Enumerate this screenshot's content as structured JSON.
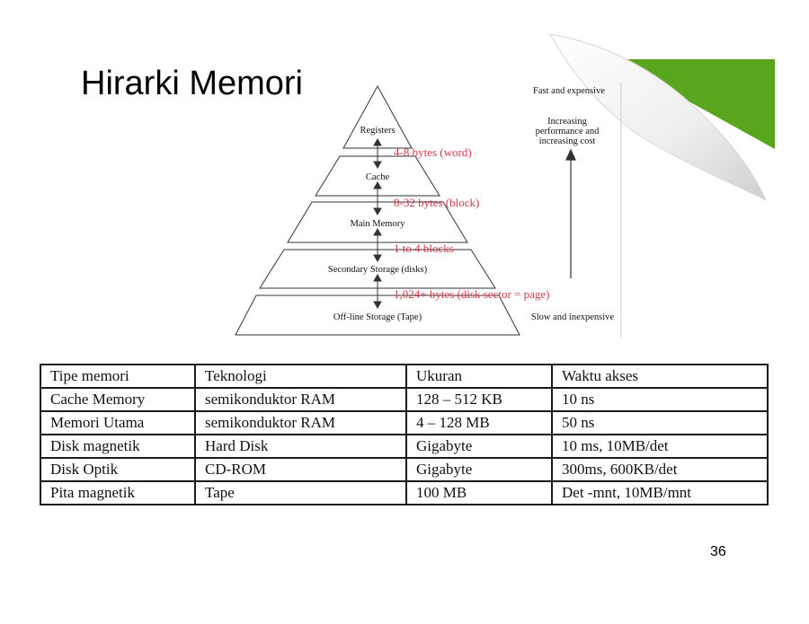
{
  "slide": {
    "title": "Hirarki Memori",
    "page_number": "36"
  },
  "pyramid": {
    "levels": [
      "Registers",
      "Cache",
      "Main Memory",
      "Secondary Storage (disks)",
      "Off-line Storage (Tape)"
    ],
    "transfers": [
      "4-8 bytes (word)",
      "8-32 bytes (block)",
      "1 to 4 blocks",
      "1,024+ bytes (disk sector = page)"
    ],
    "top_note": "Fast and expensive",
    "arrow_note": [
      "Increasing",
      "performance and",
      "increasing cost"
    ],
    "bottom_note": "Slow and inexpensive",
    "colors": {
      "transfer_text": "#d23a4a",
      "line": "#333333"
    }
  },
  "table": {
    "headers": [
      "Tipe memori",
      "Teknologi",
      "Ukuran",
      "Waktu akses"
    ],
    "rows": [
      [
        "Cache Memory",
        "semikonduktor RAM",
        "128 – 512 KB",
        "10 ns"
      ],
      [
        "Memori Utama",
        "semikonduktor RAM",
        "4 – 128 MB",
        "50 ns"
      ],
      [
        "Disk magnetik",
        "Hard Disk",
        "Gigabyte",
        "10 ms, 10MB/det"
      ],
      [
        "Disk Optik",
        "CD-ROM",
        "Gigabyte",
        "300ms, 600KB/det"
      ],
      [
        "Pita magnetik",
        "Tape",
        "100 MB",
        "Det -mnt, 10MB/mnt"
      ]
    ]
  },
  "decoration": {
    "page_curl_color": "#5aa51e"
  }
}
